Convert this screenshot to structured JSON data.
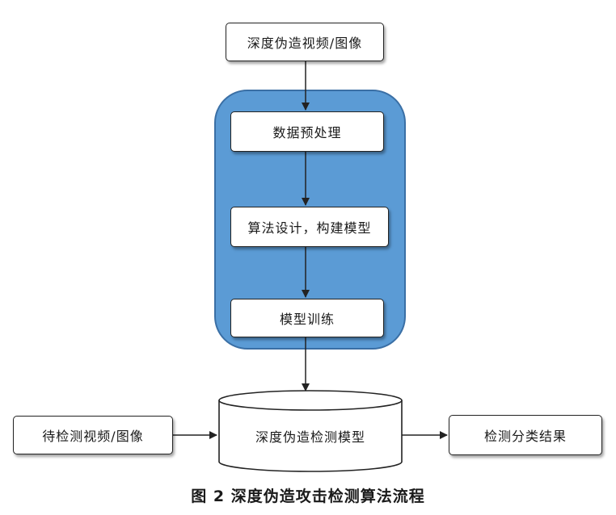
{
  "diagram": {
    "input_source": "深度伪造视频/图像",
    "step_preprocess": "数据预处理",
    "step_design": "算法设计，构建模型",
    "step_train": "模型训练",
    "model_store": "深度伪造检测模型",
    "input_test": "待检测视频/图像",
    "output_result": "检测分类结果",
    "caption": "图 2  深度伪造攻击检测算法流程",
    "colors": {
      "group_fill": "#5b9bd5",
      "group_border": "#3a6fa5",
      "line": "#222222",
      "box_fill": "#ffffff"
    }
  }
}
